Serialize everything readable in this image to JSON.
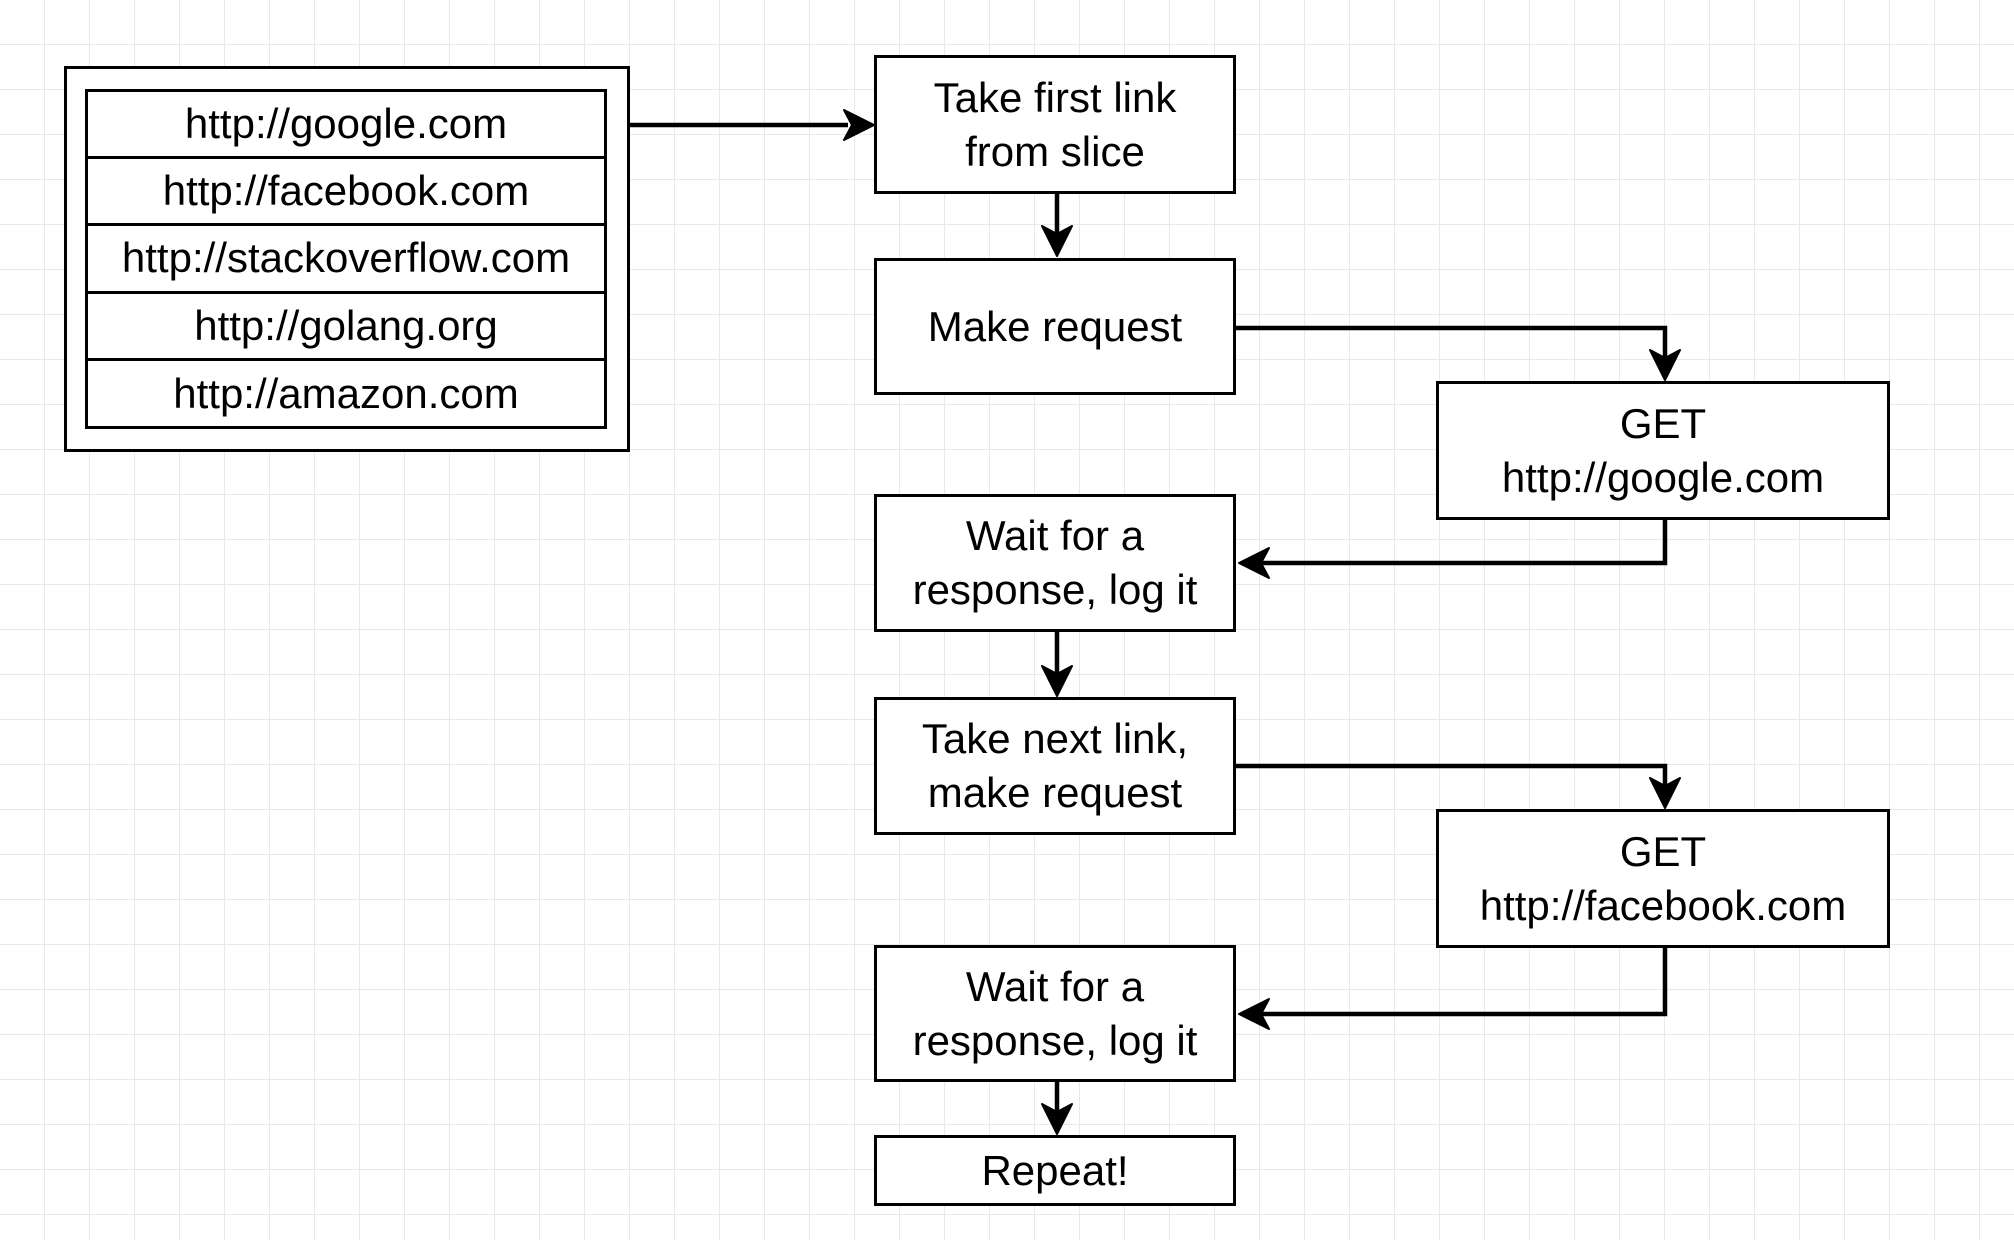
{
  "slice": {
    "links": [
      "http://google.com",
      "http://facebook.com",
      "http://stackoverflow.com",
      "http://golang.org",
      "http://amazon.com"
    ]
  },
  "steps": {
    "take_first": [
      "Take first link",
      "from slice"
    ],
    "make_request": [
      "Make request"
    ],
    "get_google": [
      "GET",
      "http://google.com"
    ],
    "wait_1": [
      "Wait for a",
      "response, log it"
    ],
    "take_next": [
      "Take next link,",
      "make request"
    ],
    "get_facebook": [
      "GET",
      "http://facebook.com"
    ],
    "wait_2": [
      "Wait for a",
      "response, log it"
    ],
    "repeat": [
      "Repeat!"
    ]
  },
  "colors": {
    "stroke": "#000000",
    "grid": "#e9e9e9",
    "background": "#ffffff"
  }
}
